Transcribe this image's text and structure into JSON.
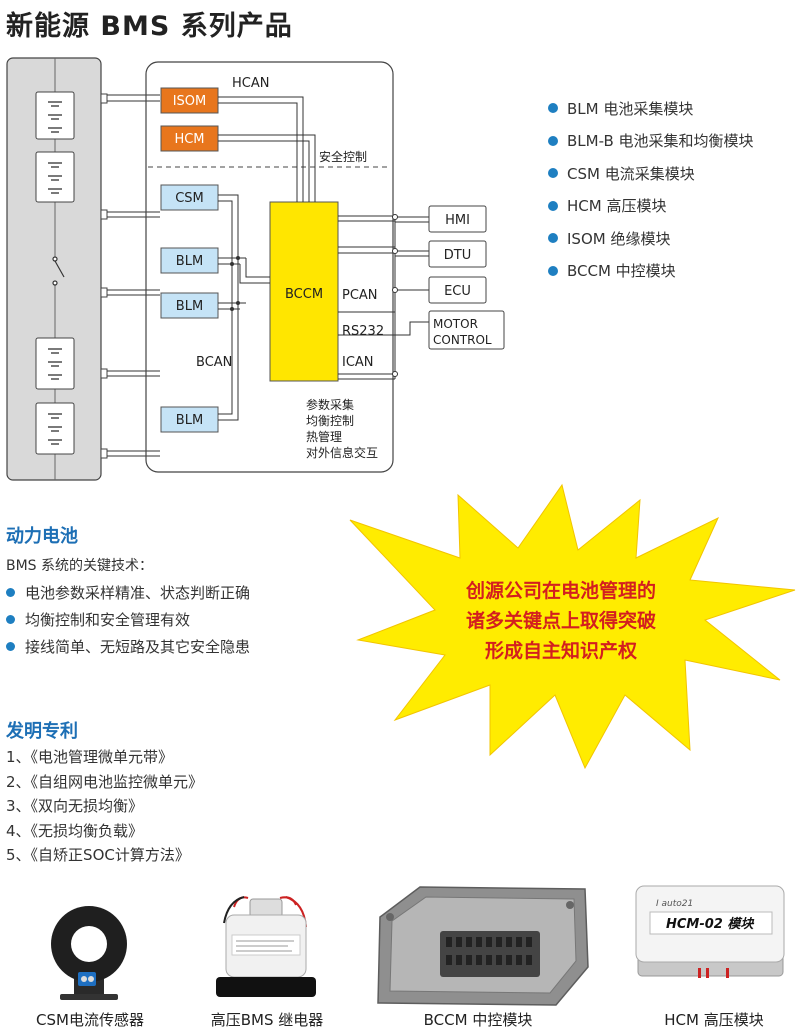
{
  "title": "新能源 BMS 系列产品",
  "diagram": {
    "modules_left": [
      "ISOM",
      "HCM",
      "CSM",
      "BLM",
      "BLM",
      "BLM"
    ],
    "bccm": "BCCM",
    "outputs": [
      "HMI",
      "DTU",
      "ECU"
    ],
    "motor_control": [
      "MOTOR",
      "CONTROL"
    ],
    "labels": {
      "hcan": "HCAN",
      "safety": "安全控制",
      "bcan": "BCAN",
      "pcan": "PCAN",
      "rs232": "RS232",
      "ican": "ICAN"
    },
    "functions": [
      "参数采集",
      "均衡控制",
      "热管理",
      "对外信息交互"
    ]
  },
  "module_list": [
    "BLM 电池采集模块",
    "BLM-B 电池采集和均衡模块",
    "CSM 电流采集模块",
    "HCM 高压模块",
    "ISOM 绝缘模块",
    "BCCM 中控模块"
  ],
  "battery": {
    "heading": "动力电池",
    "intro": "BMS 系统的关键技术：",
    "bullets": [
      "电池参数采样精准、状态判断正确",
      "均衡控制和安全管理有效",
      "接线简单、无短路及其它安全隐患"
    ]
  },
  "highlight": [
    "创源公司在电池管理的",
    "诸多关键点上取得突破",
    "形成自主知识产权"
  ],
  "patents": {
    "heading": "发明专利",
    "items": [
      "1、《电池管理微单元带》",
      "2、《自组网电池监控微单元》",
      "3、《双向无损均衡》",
      "4、《无损均衡负载》",
      "5、《自矫正SOC计算方法》"
    ]
  },
  "products": [
    {
      "caption": "CSM电流传感器",
      "label": ""
    },
    {
      "caption": "高压BMS 继电器",
      "label": ""
    },
    {
      "caption": "BCCM 中控模块",
      "label": ""
    },
    {
      "caption": "HCM 高压模块",
      "label": "HCM-02 模块"
    }
  ],
  "colors": {
    "accent": "#1e7fc1",
    "orange": "#e8761d",
    "blue_box": "#c5e3f6",
    "yellow": "#ffe600",
    "red": "#d31f1f"
  }
}
